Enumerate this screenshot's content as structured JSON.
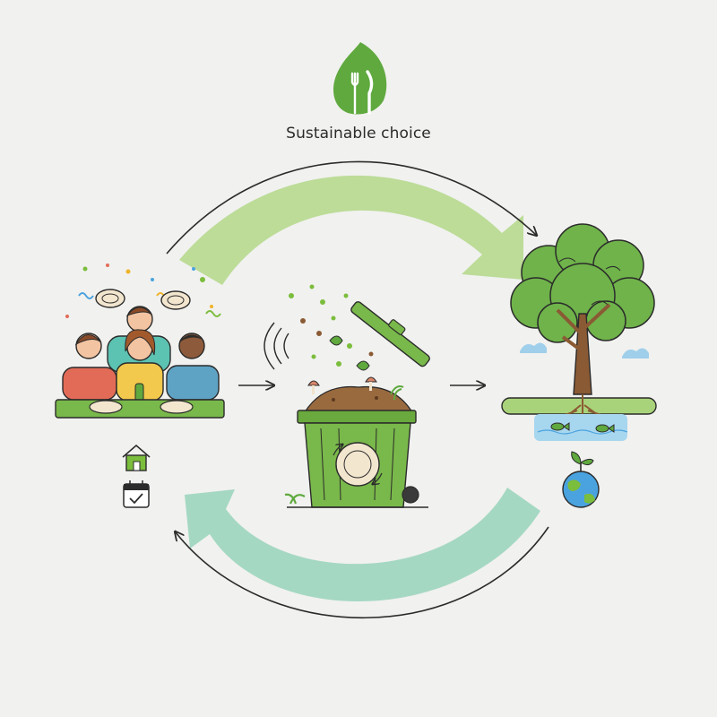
{
  "header": {
    "title": "Sustainable choice",
    "logo_icon": "leaf-fork-knife-icon"
  },
  "nodes": [
    {
      "id": "party",
      "icon": "people-eating-party-illustration"
    },
    {
      "id": "compost",
      "icon": "compost-bin-illustration"
    },
    {
      "id": "tree",
      "icon": "tree-with-roots-illustration"
    }
  ],
  "side_icons": [
    "home-icon",
    "calendar-check-icon",
    "earth-sprout-icon"
  ],
  "colors": {
    "background": "#f1f1ef",
    "top_arrow": "#bcdc98",
    "bottom_arrow": "#a5d8c3",
    "bin_green": "#79b84a",
    "leaf_green": "#5fa93e",
    "line": "#2b2b2b"
  }
}
